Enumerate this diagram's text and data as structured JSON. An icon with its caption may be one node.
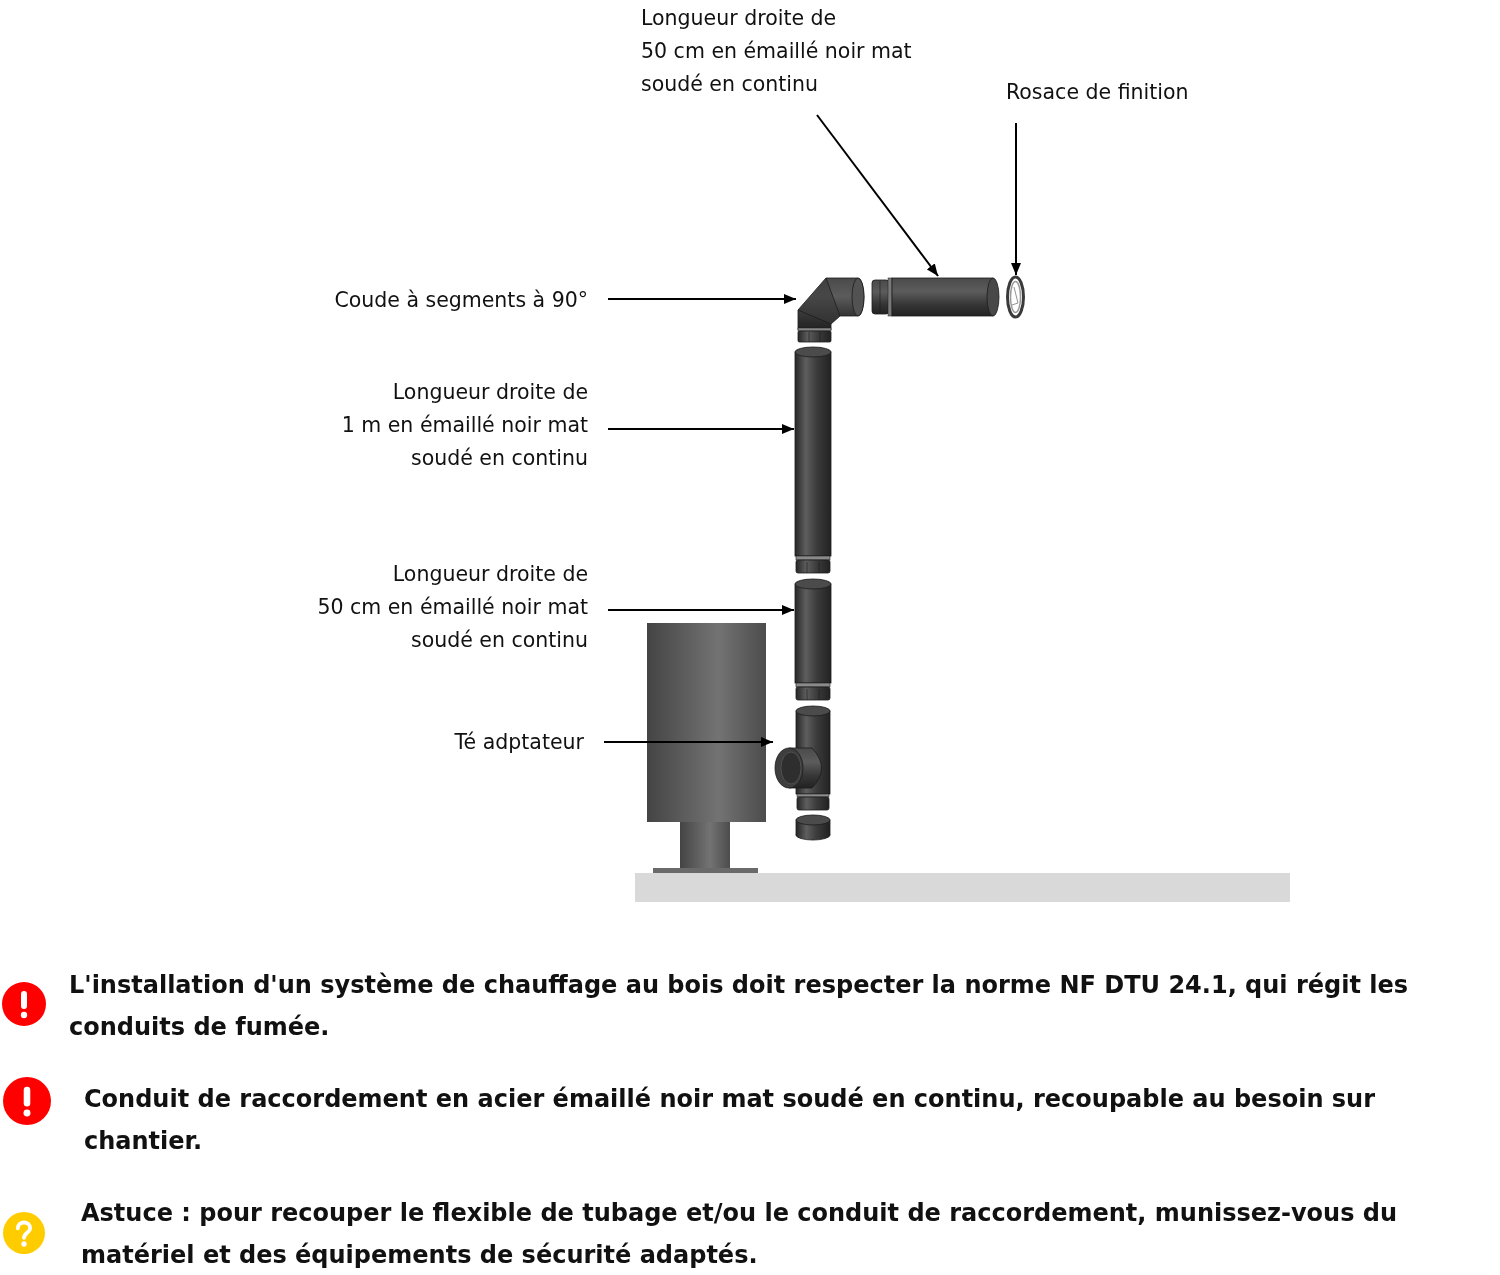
{
  "diagram": {
    "nodes": [
      {
        "text": [
          "Longueur droite de 50 cm en émaillé noir mat soudé en continu"
        ]
      },
      {
        "text": [
          "Rosace de finition"
        ]
      },
      {
        "text": [
          "Coude à segments à 90°"
        ]
      },
      {
        "text": [
          "Longueur droite de 1 m en émaillé noir mat soudé en continu"
        ]
      },
      {
        "text": [
          "Longueur droite de 50 cm en émaillé noir mat soudé en continu"
        ]
      },
      {
        "text": [
          "Té adptateur"
        ]
      },
      {
        "text": [],
        "shape": "picture"
      },
      {
        "text": [],
        "shape": "picture"
      },
      {
        "text": [],
        "shape": "picture"
      },
      {
        "text": [],
        "shape": "picture"
      },
      {
        "text": [],
        "shape": "picture"
      },
      {
        "text": [],
        "shape": "picture"
      }
    ],
    "edges": [
      {
        "from": 0,
        "to": 7,
        "arrow": "to"
      },
      {
        "from": 1,
        "to": 8,
        "arrow": "to"
      },
      {
        "from": 2,
        "to": 6,
        "arrow": "to"
      },
      {
        "from": 3,
        "to": 9,
        "arrow": "to"
      },
      {
        "from": 4,
        "to": 10,
        "arrow": "to"
      },
      {
        "from": 5,
        "to": 11,
        "arrow": "to"
      }
    ],
    "labels": [
      "L'installation d'un système de chauffage au bois doit respecter la norme NF DTU 24.1, qui régit les conduits de fumée.",
      "Conduit de raccordement en acier émaillé noir mat soudé en continu, recoupable au besoin sur chantier.",
      "Astuce : pour recouper le flexible de tubage et/ou le conduit de raccordement, munissez-vous du matériel et des équipements de sécurité adaptés."
    ]
  }
}
